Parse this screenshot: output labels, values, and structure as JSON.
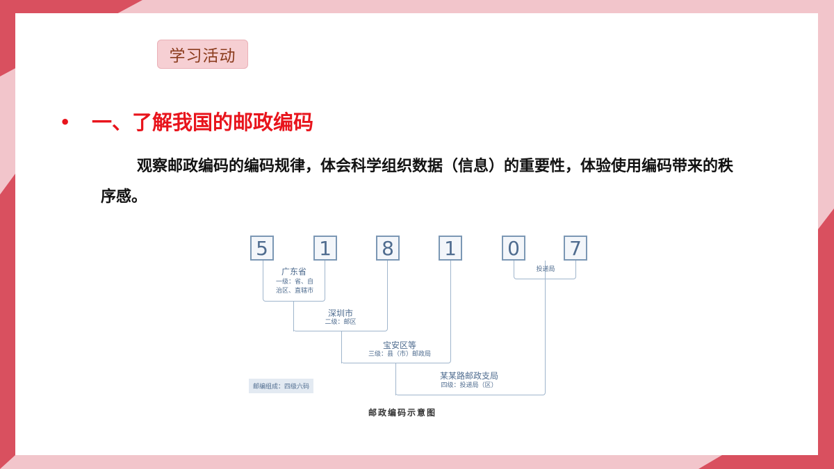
{
  "badge": "学习活动",
  "bullet": "•",
  "heading": "一、了解我国的邮政编码",
  "paragraph": "观察邮政编码的编码规律，体会科学组织数据（信息）的重要性，体验使用编码带来的秩序感。",
  "diagram": {
    "digits": [
      "5",
      "1",
      "8",
      "1",
      "0",
      "7"
    ],
    "levels": [
      {
        "name": "广东省",
        "desc1": "一级：省、自",
        "desc2": "治区、直辖市"
      },
      {
        "name": "深圳市",
        "desc1": "二级：邮区",
        "desc2": ""
      },
      {
        "name": "宝安区等",
        "desc1": "三级：县（市）邮政局",
        "desc2": ""
      },
      {
        "name": "某某路邮政支局",
        "desc1": "四级：投递局（区）",
        "desc2": ""
      },
      {
        "name": "投递局",
        "desc1": "",
        "desc2": ""
      }
    ],
    "legend": "邮编组成：四级六码",
    "caption": "邮政编码示意图"
  },
  "colors": {
    "accent_red": "#e8141c",
    "deco_red": "#d9505f",
    "diagram_blue": "#4f6c8f"
  }
}
